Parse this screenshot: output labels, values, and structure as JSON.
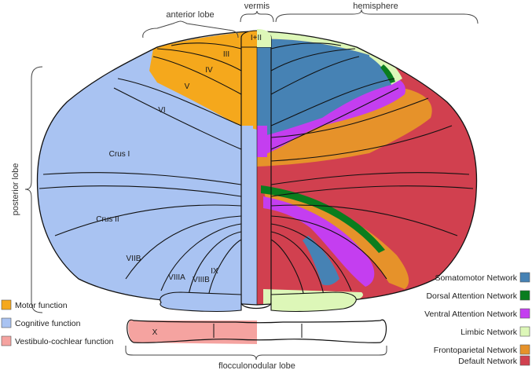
{
  "labels": {
    "anterior_lobe": "anterior lobe",
    "vermis": "vermis",
    "hemisphere": "hemisphere",
    "posterior_lobe": "posterior lobe",
    "flocculonodular_lobe": "flocculonodular lobe"
  },
  "regions": {
    "i_ii": "I+II",
    "iii": "III",
    "iv": "IV",
    "v": "V",
    "vi": "VI",
    "crus_i": "Crus I",
    "crus_ii": "Crus II",
    "viib": "VIIB",
    "viiia": "VIIIA",
    "viiib": "VIIIB",
    "ix": "IX",
    "x": "X"
  },
  "legend_left": [
    {
      "label": "Motor function",
      "color": "#F5A81C"
    },
    {
      "label": "Cognitive function",
      "color": "#A9C3F2"
    },
    {
      "label": "Vestibulo-cochlear function",
      "color": "#F5A3A0"
    }
  ],
  "legend_right": [
    {
      "label": "Somatomotor Network",
      "color": "#4682B4"
    },
    {
      "label": "Dorsal Attention Network",
      "color": "#0A7D1E"
    },
    {
      "label": "Ventral Attention Network",
      "color": "#C43EF0"
    },
    {
      "label": "Limbic Network",
      "color": "#DDF7B8"
    },
    {
      "label": "Frontoparietal Network",
      "color": "#E6922A"
    },
    {
      "label": "Default Network",
      "color": "#D1404F"
    }
  ]
}
